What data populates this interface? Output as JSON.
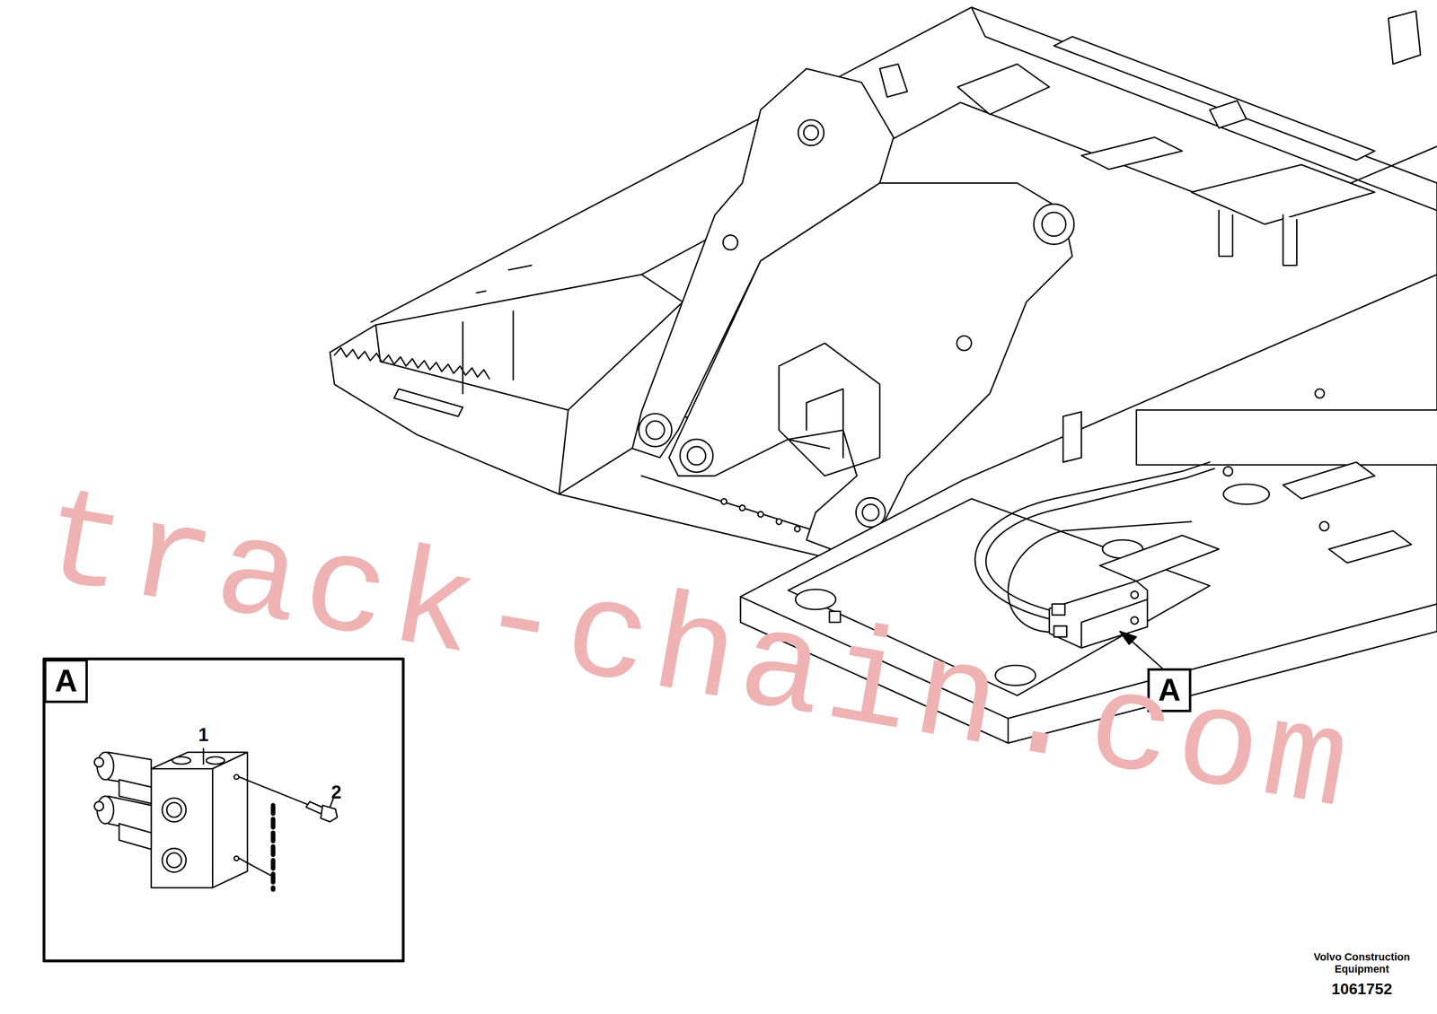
{
  "diagram": {
    "nodes": [
      {
        "text": [
          "A"
        ]
      },
      {
        "text": [
          "A"
        ]
      }
    ],
    "labels": [
      "1",
      "2",
      "track-chain.com",
      "Volvo Construction Equipment",
      "1061752"
    ]
  }
}
